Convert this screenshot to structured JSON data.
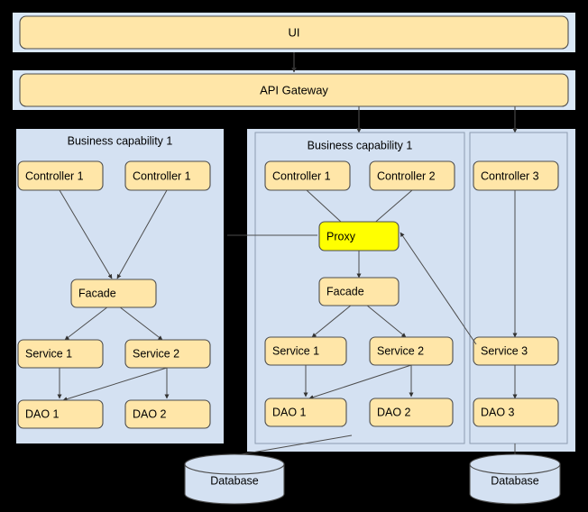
{
  "colors": {
    "background": "#000000",
    "band_fill": "#ffe6a8",
    "band_outer_fill": "#dae8f7",
    "node_fill": "#ffe6a8",
    "node_stroke": "#4d4d4d",
    "proxy_fill": "#ffff00",
    "proxy_stroke": "#4d4d4d",
    "panel_fill": "#d4e1f2",
    "panel_stroke": "#8c9bb0",
    "db_fill": "#d4e1f2",
    "db_stroke": "#4d4d4d",
    "edge_stroke": "#4d4d4d"
  },
  "bands": [
    {
      "id": "ui",
      "label": "UI"
    },
    {
      "id": "api-gateway",
      "label": "API Gateway"
    }
  ],
  "panels": [
    {
      "id": "left-capability",
      "title": "Business capability 1",
      "has_border": false,
      "nodes": [
        {
          "id": "left-controller-1",
          "label": "Controller 1",
          "type": "controller"
        },
        {
          "id": "left-controller-1b",
          "label": "Controller 1",
          "type": "controller"
        },
        {
          "id": "left-facade",
          "label": "Facade",
          "type": "facade"
        },
        {
          "id": "left-service-1",
          "label": "Service 1",
          "type": "service"
        },
        {
          "id": "left-service-2",
          "label": "Service  2",
          "type": "service"
        },
        {
          "id": "left-dao-1",
          "label": "DAO 1",
          "type": "dao"
        },
        {
          "id": "left-dao-2",
          "label": "DAO  2",
          "type": "dao"
        }
      ]
    },
    {
      "id": "middle-capability",
      "title": "Business capability 1",
      "has_border": true,
      "nodes": [
        {
          "id": "mid-controller-1",
          "label": "Controller 1",
          "type": "controller"
        },
        {
          "id": "mid-controller-2",
          "label": "Controller 2",
          "type": "controller"
        },
        {
          "id": "mid-proxy",
          "label": "Proxy",
          "type": "proxy"
        },
        {
          "id": "mid-facade",
          "label": "Facade",
          "type": "facade"
        },
        {
          "id": "mid-service-1",
          "label": "Service 1",
          "type": "service"
        },
        {
          "id": "mid-service-2",
          "label": "Service  2",
          "type": "service"
        },
        {
          "id": "mid-dao-1",
          "label": "DAO 1",
          "type": "dao"
        },
        {
          "id": "mid-dao-2",
          "label": "DAO  2",
          "type": "dao"
        }
      ]
    },
    {
      "id": "right-capability",
      "title": "",
      "has_border": true,
      "nodes": [
        {
          "id": "right-controller-3",
          "label": "Controller 3",
          "type": "controller"
        },
        {
          "id": "right-service-3",
          "label": "Service 3",
          "type": "service"
        },
        {
          "id": "right-dao-3",
          "label": "DAO 3",
          "type": "dao"
        }
      ]
    }
  ],
  "databases": [
    {
      "id": "database-left",
      "label": "Database"
    },
    {
      "id": "database-right",
      "label": "Database"
    }
  ]
}
